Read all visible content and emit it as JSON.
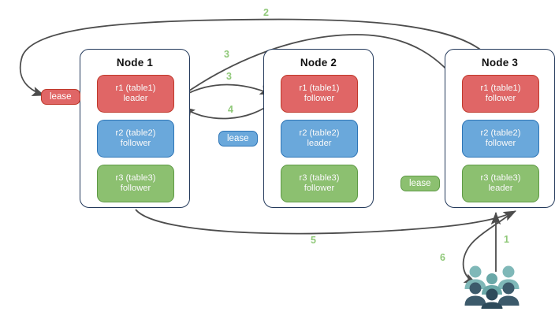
{
  "diagram": {
    "title": "Distributed database lease / replica routing diagram",
    "colors": {
      "red": "#e06666",
      "red_border": "#c0392b",
      "blue": "#6aa8db",
      "blue_border": "#2e75b6",
      "green": "#8cc070",
      "green_border": "#5f9a46",
      "node_border": "#23395b",
      "arrow": "#4d4d4d",
      "step_label": "#8fc878",
      "user_light": "#7fb8b8",
      "user_dark": "#3c5a6b",
      "user_darkest": "#2d4a5a"
    },
    "nodes": [
      {
        "title": "Node 1",
        "replicas": [
          {
            "name": "r1 (table1)",
            "role": "leader",
            "color": "red"
          },
          {
            "name": "r2 (table2)",
            "role": "follower",
            "color": "blue"
          },
          {
            "name": "r3 (table3)",
            "role": "follower",
            "color": "green"
          }
        ]
      },
      {
        "title": "Node 2",
        "replicas": [
          {
            "name": "r1 (table1)",
            "role": "follower",
            "color": "red"
          },
          {
            "name": "r2 (table2)",
            "role": "leader",
            "color": "blue"
          },
          {
            "name": "r3 (table3)",
            "role": "follower",
            "color": "green"
          }
        ]
      },
      {
        "title": "Node 3",
        "replicas": [
          {
            "name": "r1 (table1)",
            "role": "follower",
            "color": "red"
          },
          {
            "name": "r2 (table2)",
            "role": "follower",
            "color": "blue"
          },
          {
            "name": "r3 (table3)",
            "role": "leader",
            "color": "green"
          }
        ]
      }
    ],
    "leases": [
      {
        "label": "lease",
        "color": "red"
      },
      {
        "label": "lease",
        "color": "blue"
      },
      {
        "label": "lease",
        "color": "green"
      }
    ],
    "steps": [
      {
        "id": "1",
        "label": "1"
      },
      {
        "id": "2",
        "label": "2"
      },
      {
        "id": "3a",
        "label": "3"
      },
      {
        "id": "3b",
        "label": "3"
      },
      {
        "id": "4",
        "label": "4"
      },
      {
        "id": "5",
        "label": "5"
      },
      {
        "id": "6",
        "label": "6"
      }
    ],
    "actor": {
      "name": "users-group-icon"
    }
  }
}
